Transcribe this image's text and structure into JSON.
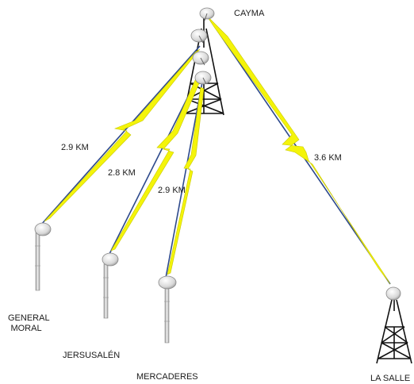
{
  "sites": {
    "cayma": "CAYMA",
    "general_moral_line1": "GENERAL",
    "general_moral_line2": "MORAL",
    "jerusalen": "JERSUSALÉN",
    "mercaderes": "MERCADERES",
    "la_salle": "LA SALLE"
  },
  "links": {
    "general_moral": "2.9 KM",
    "jerusalen": "2.8 KM",
    "mercaderes": "2.9 KM",
    "la_salle": "3.6 KM"
  },
  "colors": {
    "link_line": "#2e4a8c",
    "bolt": "#f4f40a",
    "tower": "#111111",
    "pole": "#c4c4c4",
    "dish": "#e6e6e6"
  }
}
